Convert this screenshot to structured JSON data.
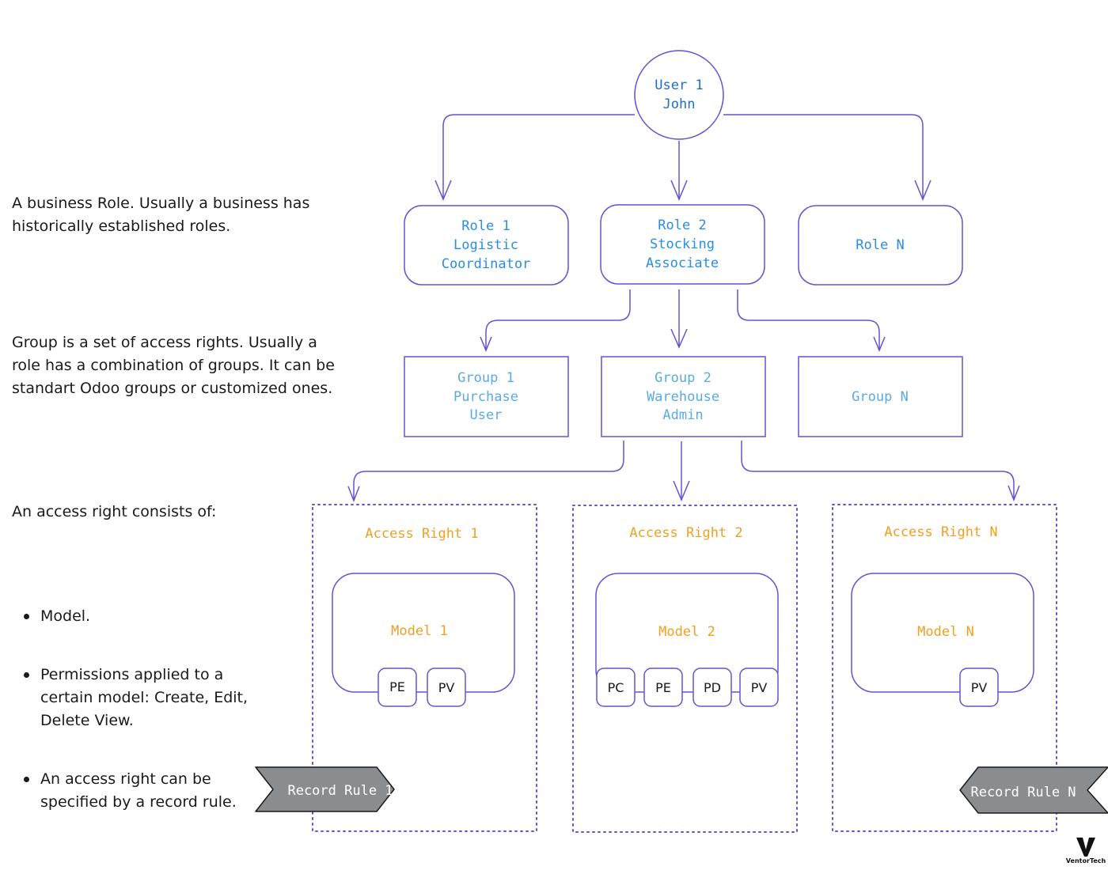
{
  "descriptions": {
    "role": "A business Role. Usually a business has\nhistorically established roles.",
    "group": "Group is a set of access rights. Usually a\nrole has a combination of groups. It can be\nstandart Odoo groups or customized ones.",
    "access_right": "An access right consists of:"
  },
  "bullets": [
    "Model.",
    "Permissions applied to a\ncertain model: Create, Edit,\nDelete View.",
    "An access right can be\nspecified by a record rule."
  ],
  "user": {
    "line1": "User 1",
    "line2": "John"
  },
  "roles": [
    {
      "lines": [
        "Role 1",
        "Logistic",
        "Coordinator"
      ]
    },
    {
      "lines": [
        "Role 2",
        "Stocking",
        "Associate"
      ]
    },
    {
      "lines": [
        "Role N"
      ]
    }
  ],
  "groups": [
    {
      "lines": [
        "Group 1",
        "Purchase",
        "User"
      ]
    },
    {
      "lines": [
        "Group 2",
        "Warehouse",
        "Admin"
      ]
    },
    {
      "lines": [
        "Group N"
      ]
    }
  ],
  "access_rights": [
    {
      "title": "Access Right 1",
      "model": "Model 1",
      "permissions": [
        "PE",
        "PV"
      ]
    },
    {
      "title": "Access Right 2",
      "model": "Model 2",
      "permissions": [
        "PC",
        "PE",
        "PD",
        "PV"
      ]
    },
    {
      "title": "Access Right N",
      "model": "Model N",
      "permissions": [
        "PV"
      ]
    }
  ],
  "record_rules": [
    "Record Rule 1",
    "Record Rule N"
  ],
  "logo": {
    "caption": "VentorTech"
  },
  "colors": {
    "line": "#6a4fd6",
    "user_text": "#1f6fc7",
    "role_text": "#2a8ee0",
    "group_text": "#5aaae8",
    "access_text": "#f0a020",
    "record_rule_fill": "#8a8d90",
    "text": "#1a1a1a"
  }
}
